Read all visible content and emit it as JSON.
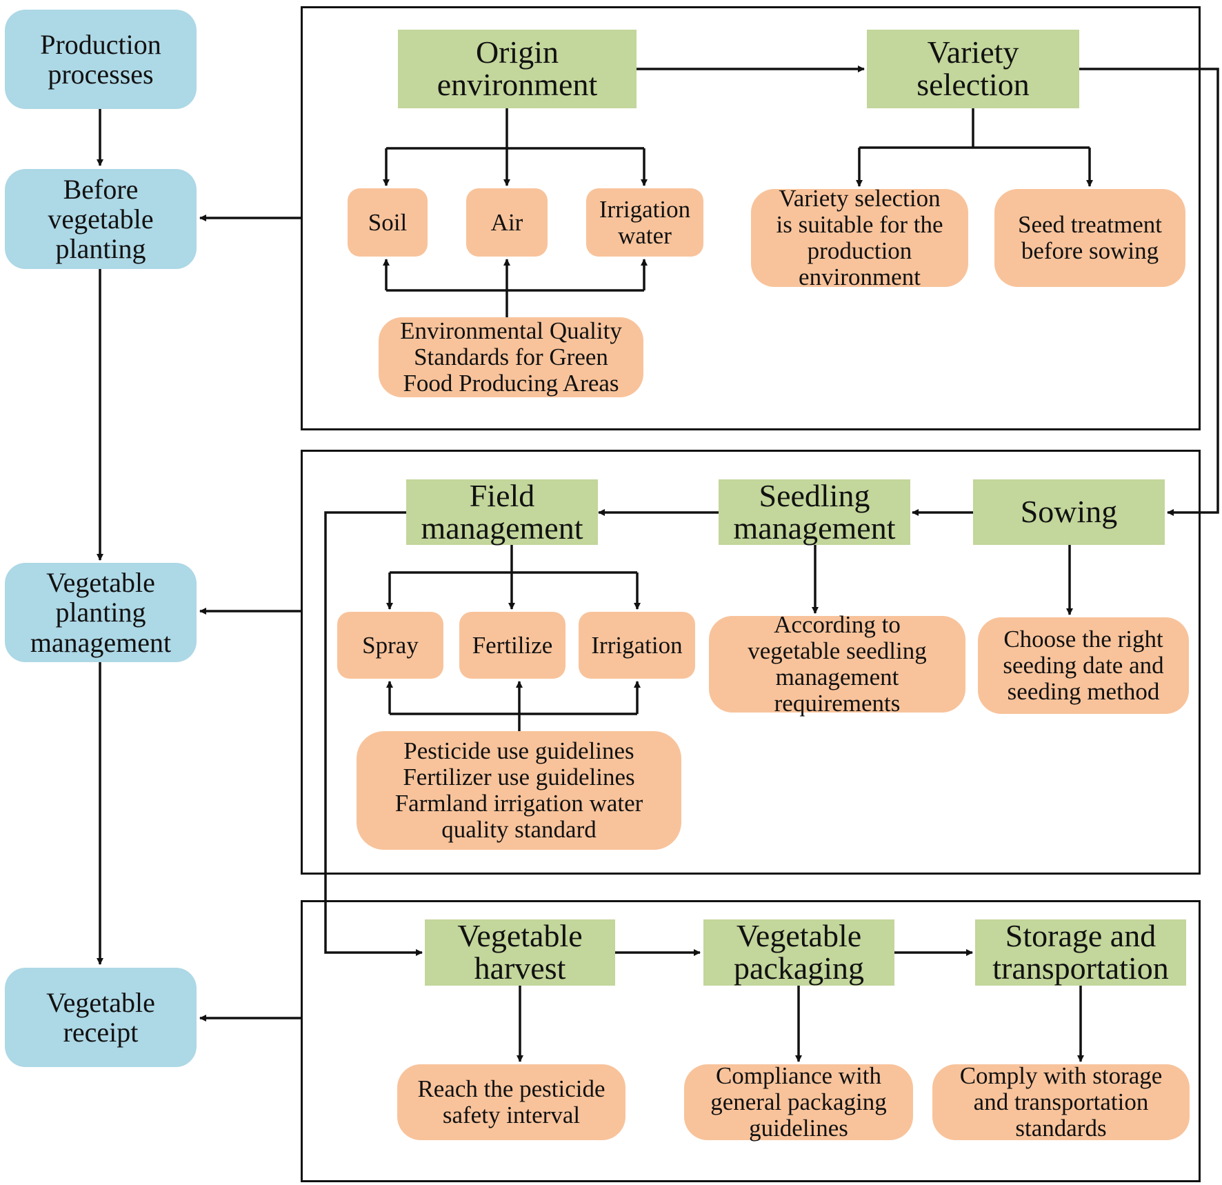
{
  "stages": {
    "production": "Production\nprocesses",
    "before": "Before\nvegetable\nplanting",
    "planting": "Vegetable\nplanting\nmanagement",
    "receipt": "Vegetable\nreceipt"
  },
  "panel1": {
    "origin": "Origin\nenvironment",
    "variety": "Variety\nselection",
    "soil": "Soil",
    "air": "Air",
    "irrigation_water": "Irrigation\nwater",
    "env_standards": "Environmental Quality\nStandards for Green\nFood Producing Areas",
    "variety_suitable": "Variety selection\nis suitable for the\nproduction\nenvironment",
    "seed_treatment": "Seed treatment\nbefore sowing"
  },
  "panel2": {
    "field": "Field\nmanagement",
    "seedling": "Seedling\nmanagement",
    "sowing": "Sowing",
    "spray": "Spray",
    "fertilize": "Fertilize",
    "irrigation": "Irrigation",
    "guidelines": "Pesticide use guidelines\nFertilizer use guidelines\nFarmland irrigation water\nquality standard",
    "seedling_req": "According to\nvegetable seedling\nmanagement\nrequirements",
    "sowing_req": "Choose the right\nseeding date and\nseeding method"
  },
  "panel3": {
    "harvest": "Vegetable\nharvest",
    "packaging": "Vegetable\npackaging",
    "storage": "Storage and\ntransportation",
    "harvest_req": "Reach the pesticide\nsafety interval",
    "packaging_req": "Compliance with\ngeneral packaging\nguidelines",
    "storage_req": "Comply with storage\nand transportation\nstandards"
  }
}
